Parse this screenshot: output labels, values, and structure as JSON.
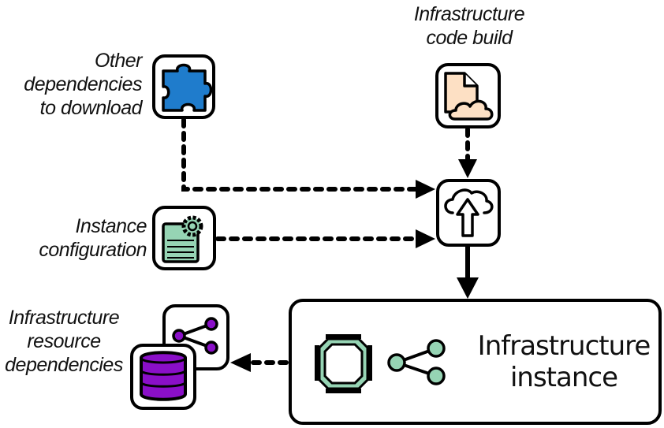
{
  "diagram": {
    "labels": {
      "other_dependencies": [
        "Other",
        "dependencies",
        "to download"
      ],
      "code_build": [
        "Infrastructure",
        "code build"
      ],
      "instance_configuration": [
        "Instance",
        "configuration"
      ],
      "resource_dependencies": [
        "Infrastructure",
        "resource",
        "dependencies"
      ],
      "instance": [
        "Infrastructure",
        "instance"
      ]
    },
    "nodes": [
      {
        "id": "other-dependencies",
        "icon": "puzzle-piece-icon"
      },
      {
        "id": "code-build",
        "icon": "document-cloud-icon"
      },
      {
        "id": "upload",
        "icon": "cloud-upload-icon"
      },
      {
        "id": "instance-configuration",
        "icon": "config-document-gear-icon"
      },
      {
        "id": "resource-dependencies",
        "icon": "database-share-icon"
      },
      {
        "id": "infrastructure-instance",
        "icon": "chip-share-icon"
      }
    ],
    "edges": [
      {
        "from": "other-dependencies",
        "to": "upload",
        "style": "dotted"
      },
      {
        "from": "code-build",
        "to": "upload",
        "style": "dotted"
      },
      {
        "from": "instance-configuration",
        "to": "upload",
        "style": "dotted"
      },
      {
        "from": "upload",
        "to": "infrastructure-instance",
        "style": "solid"
      },
      {
        "from": "infrastructure-instance",
        "to": "resource-dependencies",
        "style": "dotted"
      }
    ],
    "colors": {
      "puzzle": "#1f7ccc",
      "build": "#fde0c4",
      "config": "#96d4b4",
      "database": "#8a0fc8",
      "instance": "#96d4b4",
      "stroke": "#000000"
    }
  }
}
